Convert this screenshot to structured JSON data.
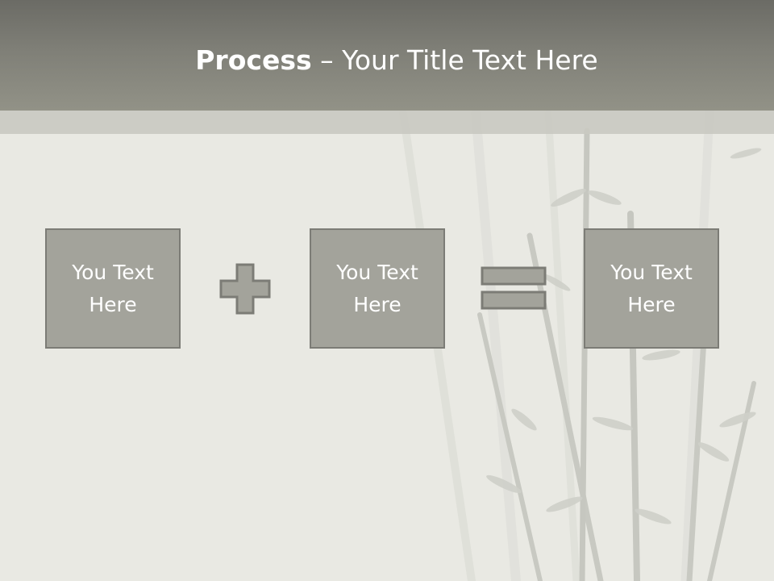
{
  "slide": {
    "title_bold": "Process",
    "title_dash": " – ",
    "title_rest": "Your Title Text Here"
  },
  "boxes": [
    {
      "text": "You Text Here"
    },
    {
      "text": "You Text Here"
    },
    {
      "text": "You Text Here"
    }
  ],
  "operators": [
    "plus-icon",
    "equals-icon"
  ],
  "colors": {
    "title_bar": "#7f7f77",
    "background": "#e9e9e3",
    "box_fill": "#a3a39b",
    "box_border": "#7c7c76",
    "text": "#ffffff"
  }
}
